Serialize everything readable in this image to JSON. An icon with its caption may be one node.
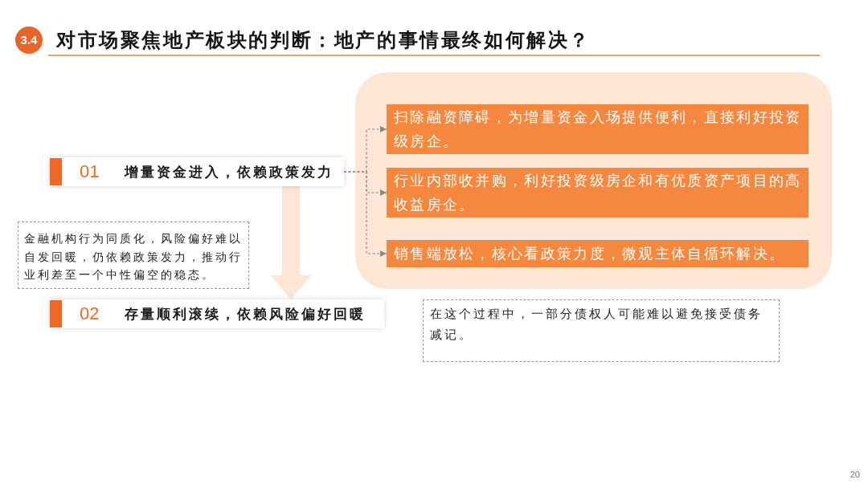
{
  "diagram": {
    "title": "对市场聚焦地产板块的判断：地产的事情最终如何解决？",
    "nodes": [
      {
        "text": [
          "01",
          "增量资金进入，依赖政策发力"
        ]
      },
      {
        "text": [],
        "shape": "box"
      },
      {
        "text": [
          "扫除融资障碍，为增量资金入场提供便利，直接利好投资级房企。"
        ],
        "in": 1
      },
      {
        "text": [
          "行业内部收并购，利好投资级房企和有优质资产项目的高收益房企。"
        ],
        "in": 1
      },
      {
        "text": [
          "销售端放松，核心看政策力度，微观主体自循环解决。"
        ],
        "in": 1
      },
      {
        "text": [
          "金融机构行为同质化，风险偏好难以自发回暖，仍依赖政策发力，推动行业利差至一个中性偏空的稳态。"
        ]
      },
      {
        "text": [
          "02",
          "存量顺利滚续，依赖风险偏好回暖"
        ]
      },
      {
        "text": [
          "在这个过程中，一部分债权人可能难以避免接受债务减记。"
        ]
      }
    ],
    "edges": [
      {
        "from": 0,
        "to": 2,
        "arrow": "to",
        "style": "dashed"
      },
      {
        "from": 0,
        "to": 3,
        "arrow": "to",
        "style": "dashed"
      },
      {
        "from": 0,
        "to": 4,
        "arrow": "to",
        "style": "dashed"
      },
      {
        "from": 0,
        "to": 6,
        "arrow": "to",
        "style": "thick",
        "color": "#fde6d6"
      }
    ],
    "labels": [
      "3.4",
      "20"
    ]
  }
}
